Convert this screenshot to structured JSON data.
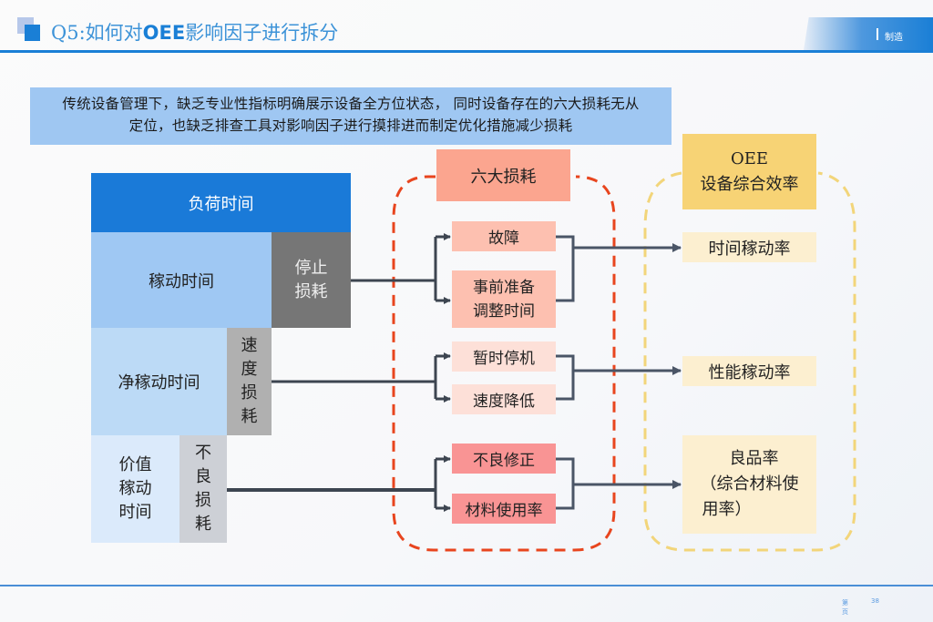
{
  "header": {
    "title_prefix": "Q5:如何对",
    "title_bold": "OEE",
    "title_suffix": "影响因子进行拆分",
    "tag": "制造"
  },
  "banner": {
    "line1": "传统设备管理下，缺乏专业性指标明确展示设备全方位状态， 同时设备存在的六大损耗无从",
    "line2": "定位，也缺乏排查工具对影响因子进行摸排进而制定优化措施减少损耗"
  },
  "time_blocks": {
    "load_time": "负荷时间",
    "operating_time": "稼动时间",
    "stop_loss": [
      "停止",
      "损耗"
    ],
    "net_operating_time": "净稼动时间",
    "speed_loss": [
      "速",
      "度",
      "损",
      "耗"
    ],
    "value_operating_time": [
      "价值",
      "稼动",
      "时间"
    ],
    "defect_loss": [
      "不",
      "良",
      "损",
      "耗"
    ]
  },
  "six_losses": {
    "title": "六大损耗",
    "items": [
      {
        "label": "故障"
      },
      {
        "label": "事前准备调整时间",
        "lines": [
          "事前准备",
          "调整时间"
        ]
      },
      {
        "label": "暂时停机"
      },
      {
        "label": "速度降低"
      },
      {
        "label": "不良修正"
      },
      {
        "label": "材料使用率"
      }
    ]
  },
  "oee": {
    "title_line1": "OEE",
    "title_line2": "设备综合效率",
    "rates": [
      {
        "label": "时间稼动率"
      },
      {
        "label": "性能稼动率"
      },
      {
        "label": "良品率（综合材料使用率）",
        "lines": [
          "良品率",
          "（综合材料使",
          "用率）"
        ]
      }
    ]
  },
  "footer": {
    "page_label_top": "第",
    "page_label_bottom": "页",
    "page_number": "38"
  },
  "colors": {
    "brand_blue": "#1a7fd6",
    "loss_dash": "#e8451e",
    "oee_dash": "#f2d57a",
    "connector": "#3d4550"
  }
}
